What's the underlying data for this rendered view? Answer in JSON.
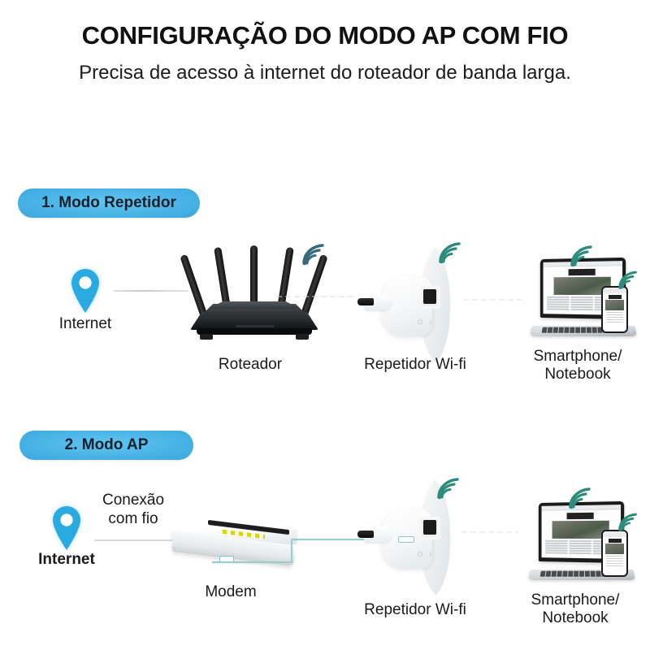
{
  "header": {
    "title": "CONFIGURAÇÃO DO MODO AP COM FIO",
    "subtitle": "Precisa de acesso à internet do roteador\nde banda larga."
  },
  "colors": {
    "badge_blue": "#49b3e6",
    "pin_blue": "#29ABE2",
    "wifi_teal": "#2e8b7a",
    "wifi_slate": "#37697d",
    "cable_teal": "#8ec9cb",
    "link_gray": "#d4d8db",
    "text_dark": "#1a1a1a"
  },
  "sections": [
    {
      "badge": "1. Modo Repetidor",
      "nodes": [
        {
          "label": "Internet",
          "icon": "map-pin-icon",
          "bold": false
        },
        {
          "label": "Roteador",
          "icon": "wifi-router-icon",
          "wifi": "wifi-signal-icon"
        },
        {
          "label": "Repetidor Wi-fi",
          "icon": "wifi-repeater-icon",
          "wifi": "wifi-signal-icon"
        },
        {
          "label": "Smartphone/\nNotebook",
          "icon": "laptop-phone-icon",
          "wifi": "wifi-signal-icon"
        }
      ],
      "connections": [
        {
          "from": "Internet",
          "to": "Roteador",
          "style": "solid-gray"
        },
        {
          "from": "Roteador",
          "to": "Repetidor Wi-fi",
          "style": "wireless-faint"
        },
        {
          "from": "Repetidor Wi-fi",
          "to": "Smartphone/Notebook",
          "style": "wireless-faint"
        }
      ]
    },
    {
      "badge": "2. Modo AP",
      "wired_note": "Conexão\ncom fio",
      "nodes": [
        {
          "label": "Internet",
          "icon": "map-pin-icon",
          "bold": true
        },
        {
          "label": "Modem",
          "icon": "modem-switch-icon"
        },
        {
          "label": "Repetidor Wi-fi",
          "icon": "wifi-repeater-icon",
          "wifi": "wifi-signal-icon"
        },
        {
          "label": "Smartphone/\nNotebook",
          "icon": "laptop-phone-icon",
          "wifi": "wifi-signal-icon"
        }
      ],
      "connections": [
        {
          "from": "Internet",
          "to": "Modem",
          "style": "solid-gray"
        },
        {
          "from": "Modem",
          "to": "Repetidor Wi-fi",
          "style": "ethernet-cable-teal"
        },
        {
          "from": "Repetidor Wi-fi",
          "to": "Smartphone/Notebook",
          "style": "wireless-faint"
        }
      ]
    }
  ]
}
